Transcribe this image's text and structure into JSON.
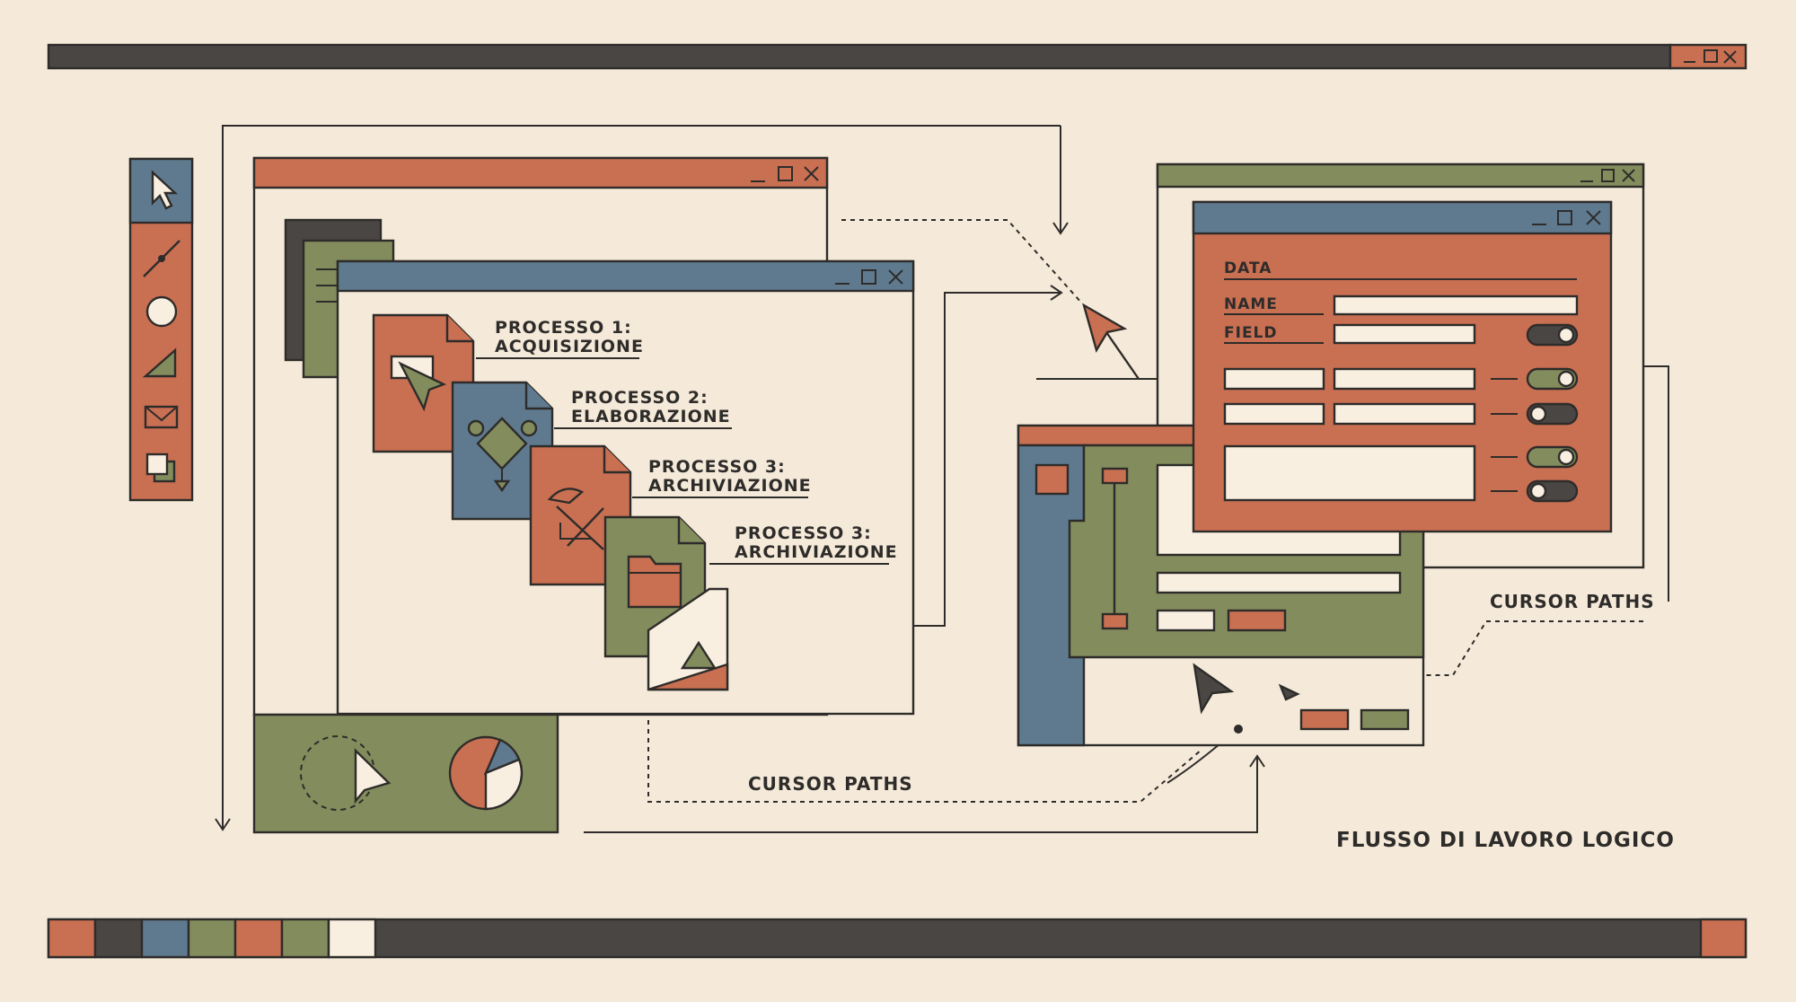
{
  "colors": {
    "paper": "#f5ead9",
    "ink": "#2e2c2a",
    "dark": "#4a4644",
    "terracotta": "#c96f52",
    "slate": "#5f7a8f",
    "olive": "#838c5c",
    "cream": "#f8efe1"
  },
  "processes": [
    {
      "line1": "PROCESSO 1:",
      "line2": "ACQUISIZIONE"
    },
    {
      "line1": "PROCESSO 2:",
      "line2": "ELABORAZIONE"
    },
    {
      "line1": "PROCESSO 3:",
      "line2": "ARCHIVIAZIONE"
    },
    {
      "line1": "PROCESSO 3:",
      "line2": "ARCHIVIAZIONE"
    }
  ],
  "form": {
    "heading": "DATA",
    "name_label": "NAME",
    "field_label": "FIELD"
  },
  "annotations": {
    "cursor_paths_bottom": "CURSOR PATHS",
    "cursor_paths_right": "CURSOR PATHS",
    "workflow_title": "FLUSSO DI LAVORO LOGICO"
  },
  "toolbar_icons": [
    "pointer-icon",
    "line-tool-icon",
    "circle-tool-icon",
    "triangle-tool-icon",
    "mail-icon",
    "layers-icon"
  ],
  "window_controls": [
    "minimize-icon",
    "maximize-icon",
    "close-icon"
  ],
  "palette_swatches": [
    "#c96f52",
    "#4a4644",
    "#5f7a8f",
    "#838c5c",
    "#c96f52",
    "#838c5c",
    "#f8efe1"
  ]
}
